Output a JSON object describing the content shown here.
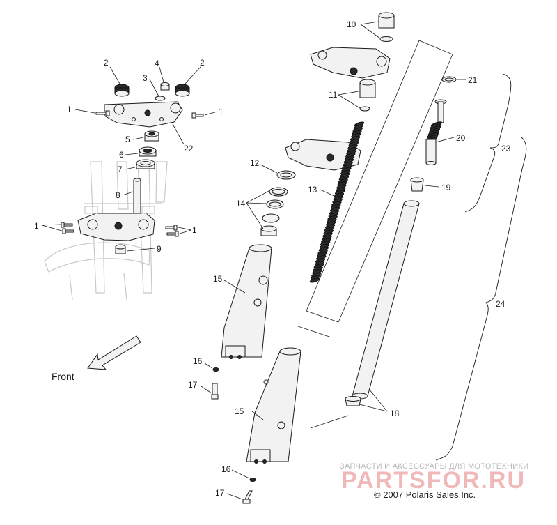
{
  "labels": {
    "l1a": "1",
    "l1b": "1",
    "l1c": "1",
    "l1d": "1",
    "l2a": "2",
    "l2b": "2",
    "l3": "3",
    "l4": "4",
    "l5": "5",
    "l6": "6",
    "l7": "7",
    "l8": "8",
    "l9": "9",
    "l10": "10",
    "l11": "11",
    "l12": "12",
    "l13": "13",
    "l14": "14",
    "l15a": "15",
    "l15b": "15",
    "l16a": "16",
    "l16b": "16",
    "l17a": "17",
    "l17b": "17",
    "l18": "18",
    "l19": "19",
    "l20": "20",
    "l21": "21",
    "l22": "22",
    "l23": "23",
    "l24": "24"
  },
  "front_label": "Front",
  "copyright": "© 2007 Polaris Sales Inc.",
  "watermark": {
    "subtitle": "ЗАПЧАСТИ И АКСЕССУАРЫ ДЛЯ МОТОТЕХНИКИ",
    "logo": "PARTSFOR.RU"
  },
  "colors": {
    "line": "#1a1a1a",
    "ghost": "#c8c8c8",
    "watermark_logo": "#f0b8b8",
    "watermark_text": "#b9b9b9"
  }
}
